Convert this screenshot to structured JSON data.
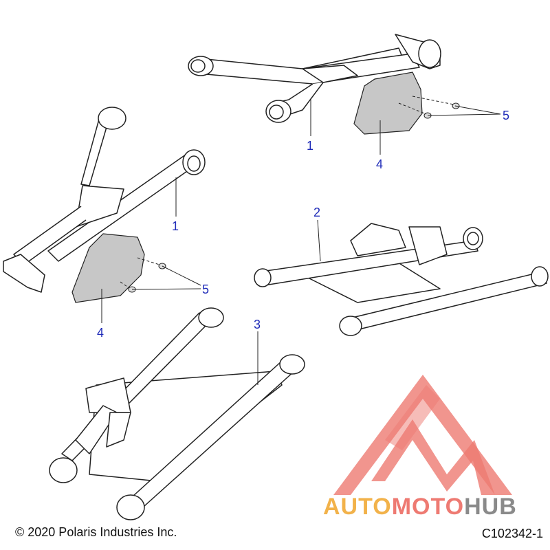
{
  "callouts": {
    "c1": "1",
    "c2": "1",
    "c3": "2",
    "c4": "3",
    "c5": "4",
    "c6": "4",
    "c7": "5",
    "c8": "5"
  },
  "footer": {
    "copyright": "© 2020 Polaris Industries Inc.",
    "figure_id": "C102342-1"
  },
  "watermark": {
    "part1": "AUTO",
    "part2": "MOTO",
    "part3": "HUB",
    "color_orange": "#f2b24a",
    "color_red": "#ee7a72",
    "color_gray": "#8a8a8a"
  },
  "colors": {
    "callout": "#1f2bb8",
    "line": "#222222",
    "plate": "#c7c7c7"
  }
}
